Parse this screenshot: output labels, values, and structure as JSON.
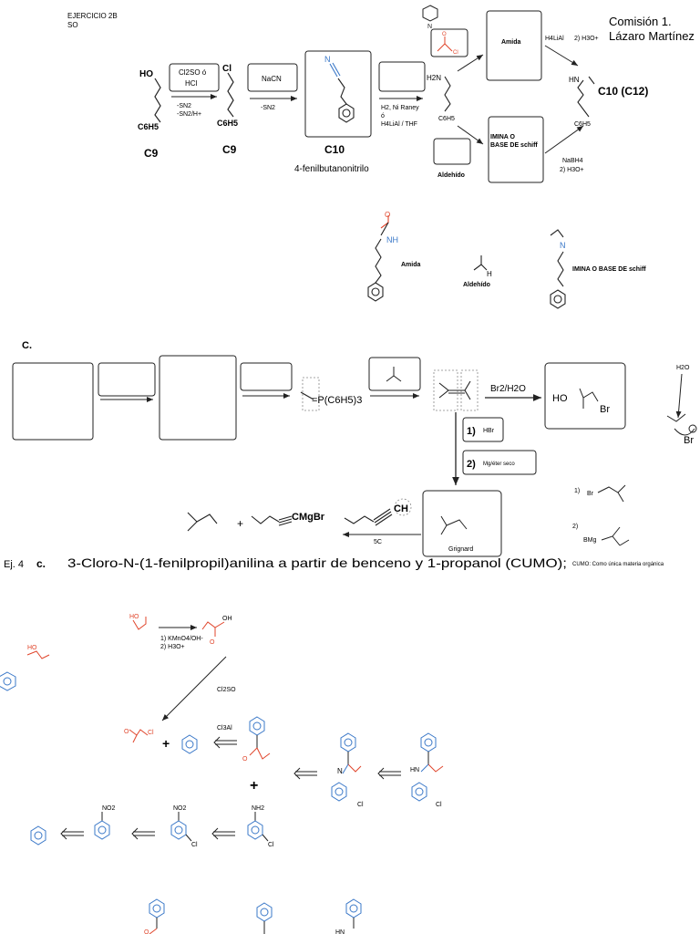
{
  "header": {
    "exercise": "EJERCICIO 2B",
    "so": "SO",
    "commission": "Comisión 1.",
    "author": "Lázaro Martínez"
  },
  "top_scheme": {
    "c9a_label": "C9",
    "c9b_label": "C9",
    "c10_label": "C10",
    "c10_name": "4-fenilbutanonitrilo",
    "c10c12_label": "C10 (C12)",
    "reagent_box1_l1": "Cl2SO   ó",
    "reagent_box1_l2": "HCl",
    "below1_l1": "-SN2",
    "below1_l2": "-SN2/H+",
    "reagent_box2": "NaCN",
    "below2": "-SN2",
    "reduction_l1": "H2, Ni Raney",
    "reduction_l2": "ó",
    "reduction_l3": "H4LiAl / THF",
    "amide_box": "Amida",
    "amide_reagent1": "H4LiAl",
    "amide_reagent2": "2) H3O+",
    "imine_box_l1": "IMINA O",
    "imine_box_l2": "BASE DE schiff",
    "aldehyde_label": "Aldehído",
    "nabh_l1": "NaBH4",
    "nabh_l2": "2) H3O+",
    "ho": "HO",
    "cl": "Cl",
    "nh2": "H2N",
    "hn": "HN",
    "ph": "C6H5",
    "n": "N",
    "cl_acyl": "Cl",
    "o_acyl": "O"
  },
  "structures_row": {
    "amida": "Amida",
    "aldehido": "Aldehído",
    "imina": "IMINA O BASE DE schiff",
    "nh": "NH",
    "o": "O",
    "h": "H",
    "n": "N"
  },
  "section_c": {
    "label": "C.",
    "ylide": "=P(C6H5)3",
    "br2": "Br2/H2O",
    "step1_num": "1)",
    "step1": "HBr",
    "step2_num": "2)",
    "step2": "Mg/éter seco",
    "product_ho": "HO",
    "product_br": "Br",
    "h2o": "H2O",
    "bromonium": "Br",
    "grignard": "Grignard",
    "cmgbr": "CMgBr",
    "ch": "CH",
    "plus": "+",
    "five_c": "5C",
    "opt1_num": "1)",
    "opt1": "Br",
    "opt2_num": "2)",
    "opt2": "BMg"
  },
  "ej4": {
    "prefix": "Ej. 4",
    "letter": "c.",
    "title": "3-Cloro-N-(1-fenilpropil)anilina a partir de benceno y 1-propanol (CUMO);",
    "note": "CUMO: Como única materia orgánica",
    "kmno4_l1": "1) KMnO4/OH-",
    "kmno4_l2": "2) H3O+",
    "cl2so": "Cl2SO",
    "cl3al": "Cl3Al",
    "ho": "HO",
    "oh": "OH",
    "cl": "Cl",
    "o": "O",
    "n": "N",
    "hn": "HN",
    "nh2": "NH2",
    "no2": "NO2",
    "plus": "+"
  },
  "colors": {
    "blue": "#3a78c8",
    "red": "#e0452b",
    "gray": "#444444"
  }
}
